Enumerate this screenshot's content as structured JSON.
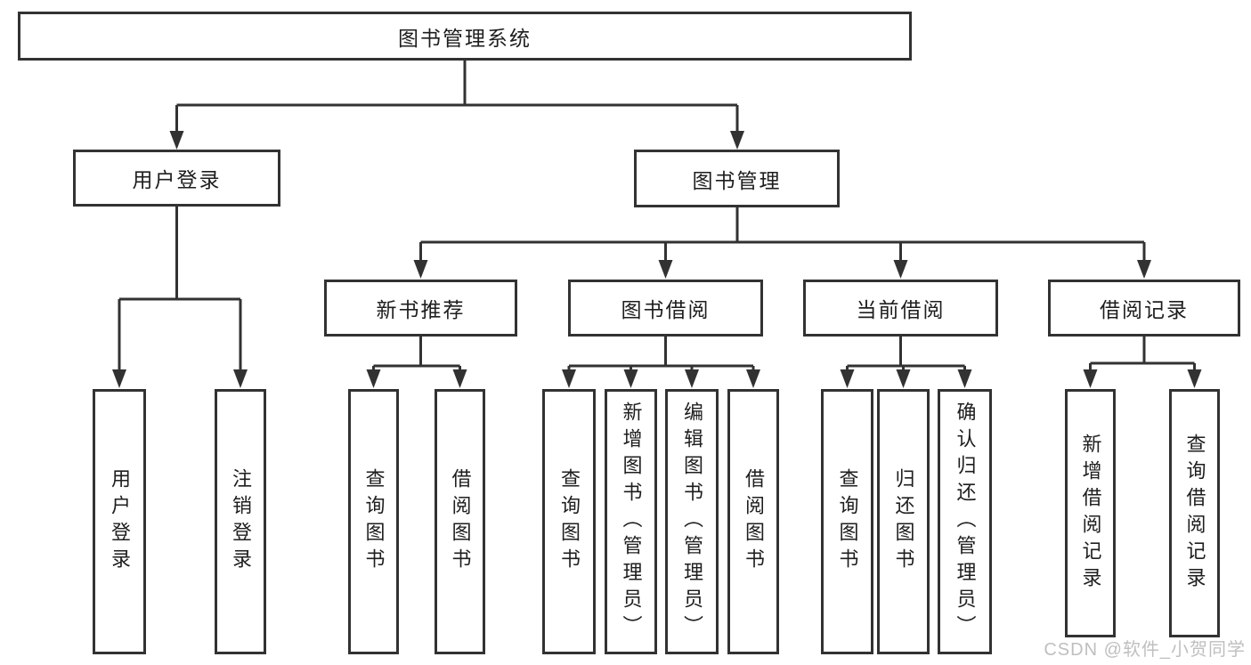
{
  "diagram": {
    "title": "图书管理系统",
    "level2": {
      "user_login": "用户登录",
      "book_mgmt": "图书管理"
    },
    "level3": {
      "new_books": "新书推荐",
      "borrowing": "图书借阅",
      "current": "当前借阅",
      "records": "借阅记录"
    },
    "leaves": {
      "user_login_1": "用户登录",
      "user_login_2": "注销登录",
      "new_books_1": "查询图书",
      "new_books_2": "借阅图书",
      "borrowing_1": "查询图书",
      "borrowing_2": "新增图书（管理员）",
      "borrowing_3": "编辑图书（管理员）",
      "borrowing_4": "借阅图书",
      "current_1": "查询图书",
      "current_2": "归还图书",
      "current_3": "确认归还（管理员）",
      "records_1": "新增借阅记录",
      "records_2": "查询借阅记录"
    },
    "watermark": "CSDN @软件_小贺同学",
    "colors": {
      "line": "#323232",
      "text": "#1e1e1e",
      "background": "#ffffff",
      "watermark": "#bfbfbf"
    }
  }
}
